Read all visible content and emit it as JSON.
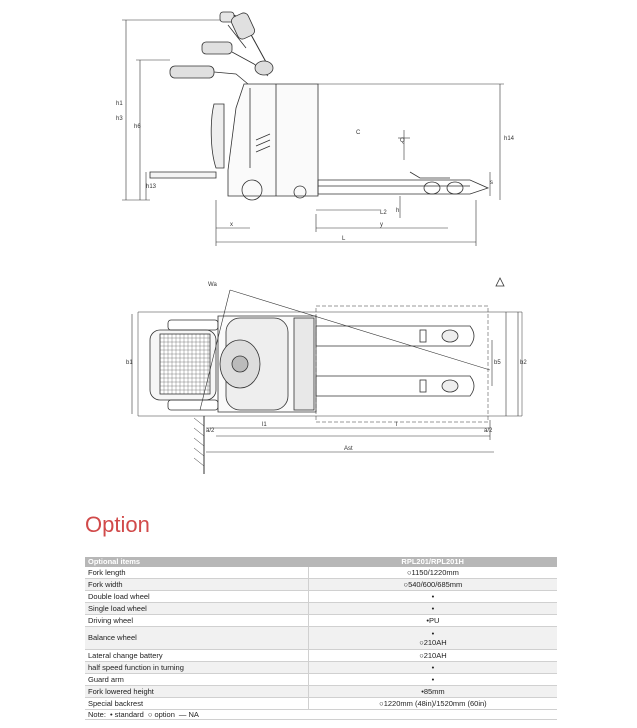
{
  "drawing": {
    "side_view_labels": {
      "left_height_1": "h1",
      "left_height_2": "h3",
      "left_height_3": "h6",
      "small_height": "h13",
      "right_height": "h14",
      "offset": "x",
      "length_y": "y",
      "length_l": "L",
      "forward_dim": "L2",
      "center_c": "C",
      "q": "Q",
      "s": "s",
      "h": "h"
    },
    "top_view_labels": {
      "radius": "Wa",
      "width_b1": "b1",
      "width_b2": "b2",
      "fork_width": "b5",
      "gap_a2_left": "a/2",
      "gap_a2_right": "a/2",
      "l1": "l1",
      "l": "l",
      "ast": "Ast"
    }
  },
  "option": {
    "title": "Option",
    "header": {
      "item": "Optional items",
      "model": "RPL201/RPL201H"
    },
    "rows": [
      {
        "item": "Fork length",
        "value": "○1150/1220mm"
      },
      {
        "item": "Fork width",
        "value": "○540/600/685mm"
      },
      {
        "item": "Double load wheel",
        "value": "•"
      },
      {
        "item": "Single load wheel",
        "value": "•"
      },
      {
        "item": "Driving wheel",
        "value": "•PU"
      },
      {
        "item": "Balance wheel",
        "value": "•",
        "value2": "○210AH"
      },
      {
        "item": "Lateral change battery",
        "value": "○210AH"
      },
      {
        "item": "half speed function in turning",
        "value": "•"
      },
      {
        "item": "Guard arm",
        "value": "•"
      },
      {
        "item": "Fork lowered height",
        "value": "•85mm"
      },
      {
        "item": "Special backrest",
        "value": "○1220mm (48in)/1520mm (60in)"
      }
    ],
    "note": {
      "label": "Note:",
      "standard": "• standard",
      "option": "○ option",
      "na": "— NA"
    }
  },
  "colors": {
    "title": "#d14a4a",
    "header_bg": "#b7b7b7",
    "line": "#333333"
  }
}
